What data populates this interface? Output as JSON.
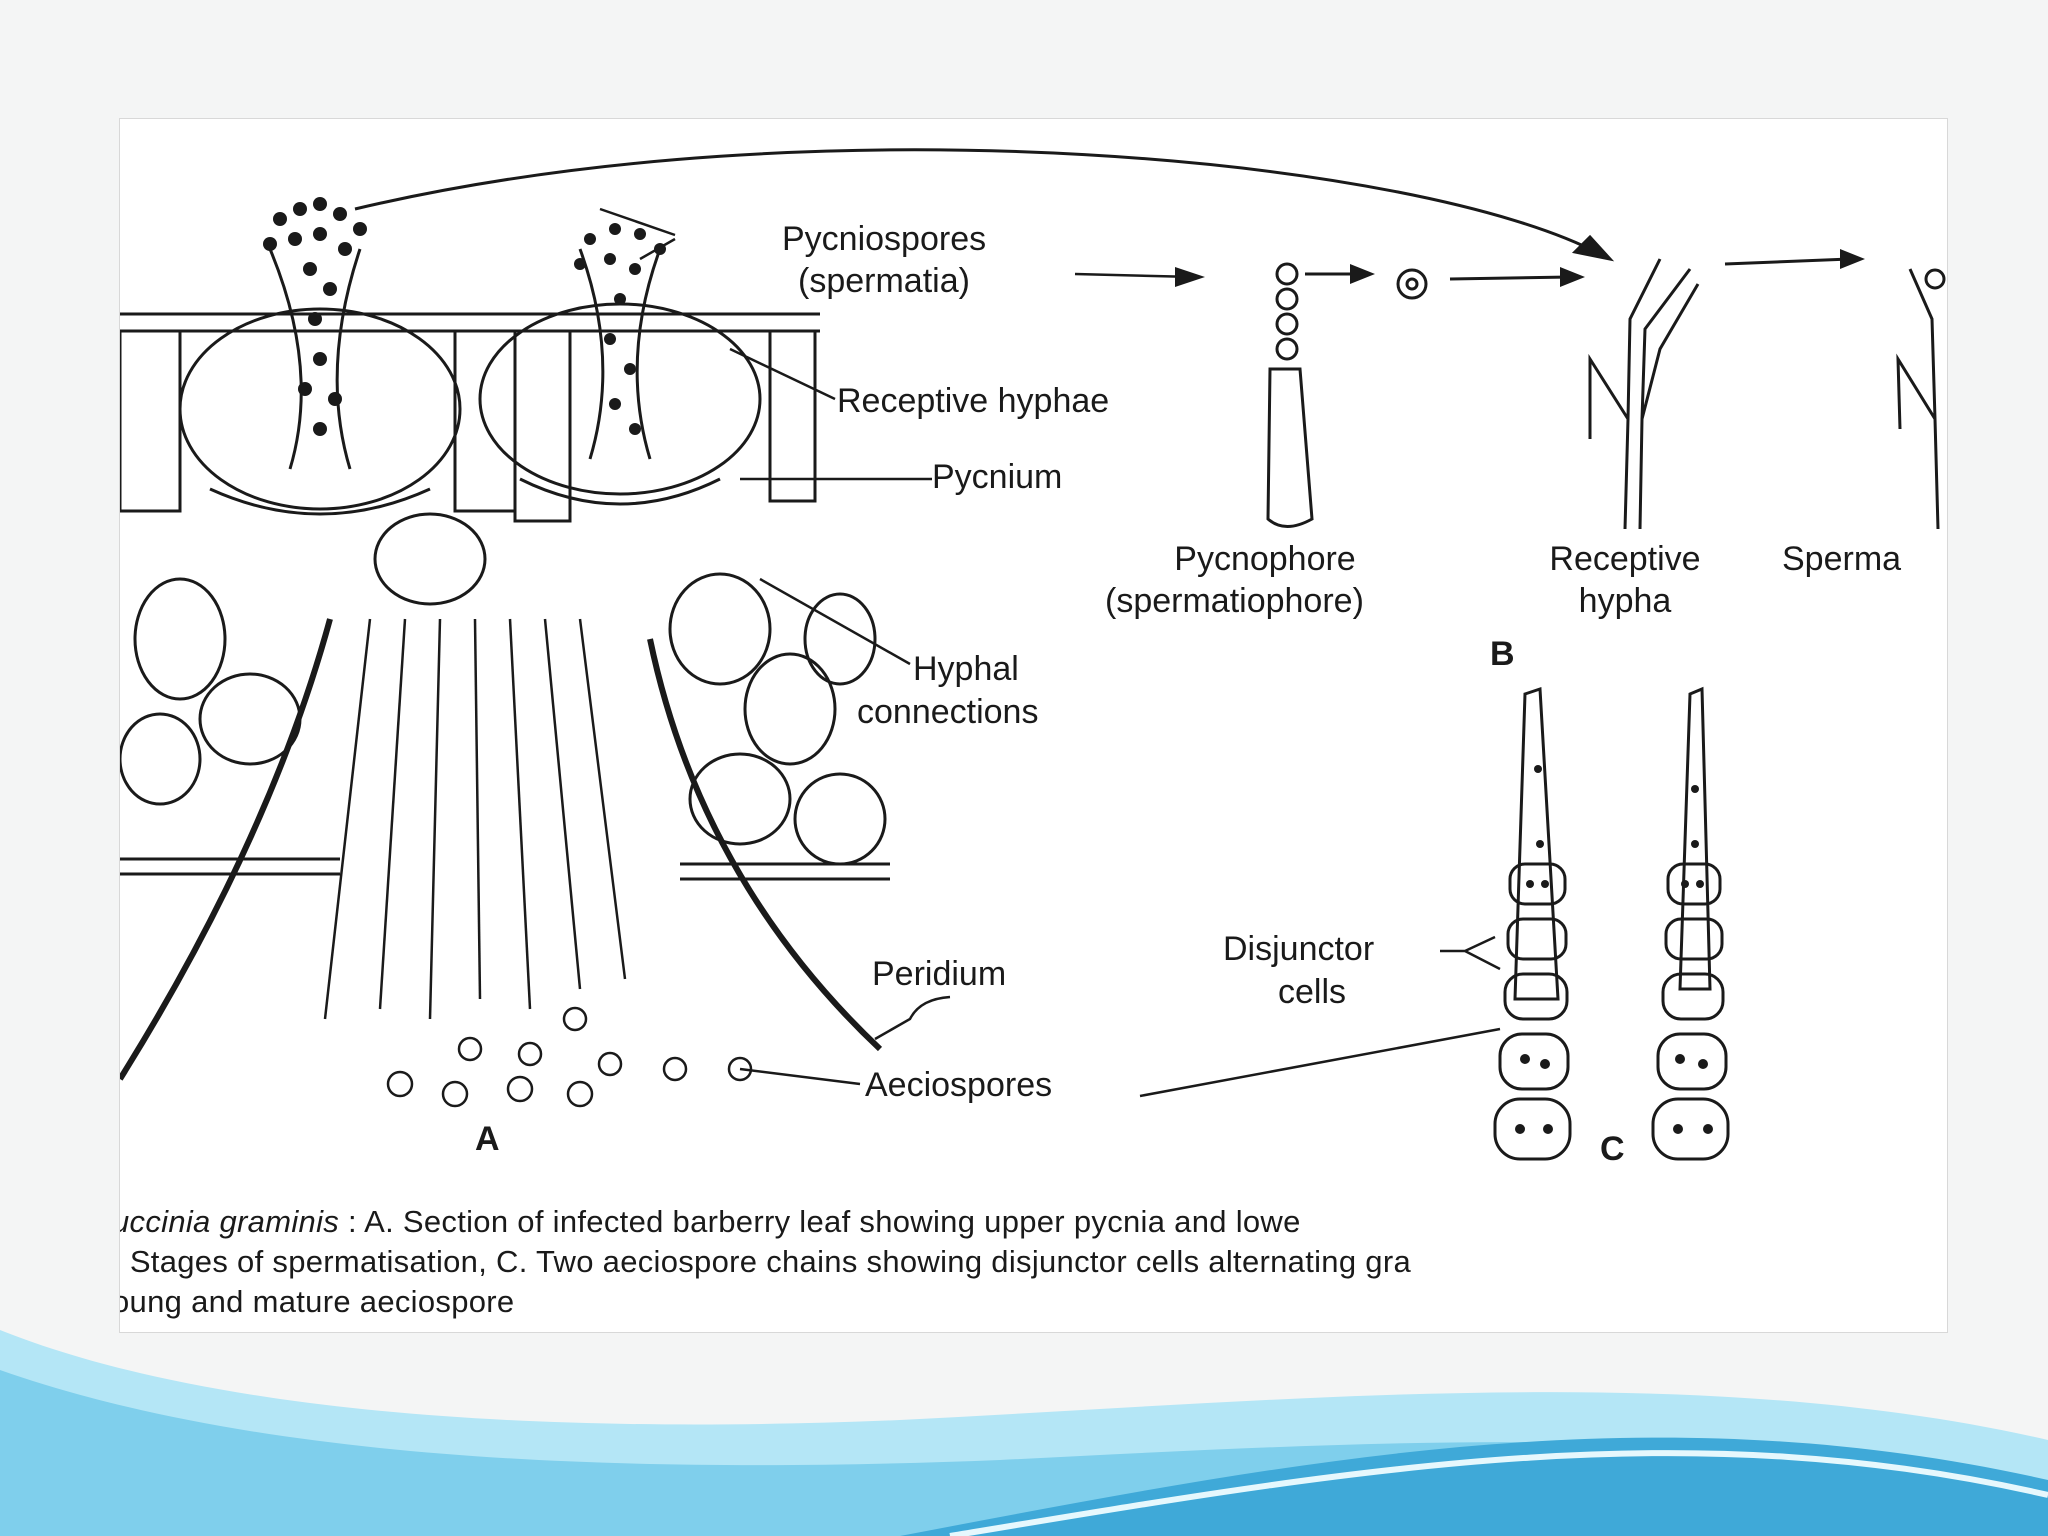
{
  "colors": {
    "ink": "#1a1a1a",
    "wave_light": "#b4e6f6",
    "wave_mid": "#7fcfec",
    "wave_dark": "#3fa9d8"
  },
  "labels": {
    "pycniospores": "Pycniospores",
    "spermatia": "(spermatia)",
    "receptive_hyphae": "Receptive hyphae",
    "pycnium": "Pycnium",
    "hyphal": "Hyphal",
    "connections": "connections",
    "peridium": "Peridium",
    "aeciospores": "Aeciospores",
    "pycnophore": "Pycnophore",
    "spermatiophore": "(spermatiophore)",
    "receptive": "Receptive",
    "hypha": "hypha",
    "sperma": "Sperma",
    "disjunctor": "Disjunctor",
    "cells": "cells",
    "panel_a": "A",
    "panel_b": "B",
    "panel_c": "C"
  },
  "caption": {
    "species": "uccinia graminis",
    "line1_rest": " : A. Section of infected barberry leaf showing upper pycnia and lowe",
    "line2": ". Stages of spermatisation, C. Two aeciospore chains showing disjunctor cells alternating gra",
    "line3": "oung and mature aeciospore"
  }
}
